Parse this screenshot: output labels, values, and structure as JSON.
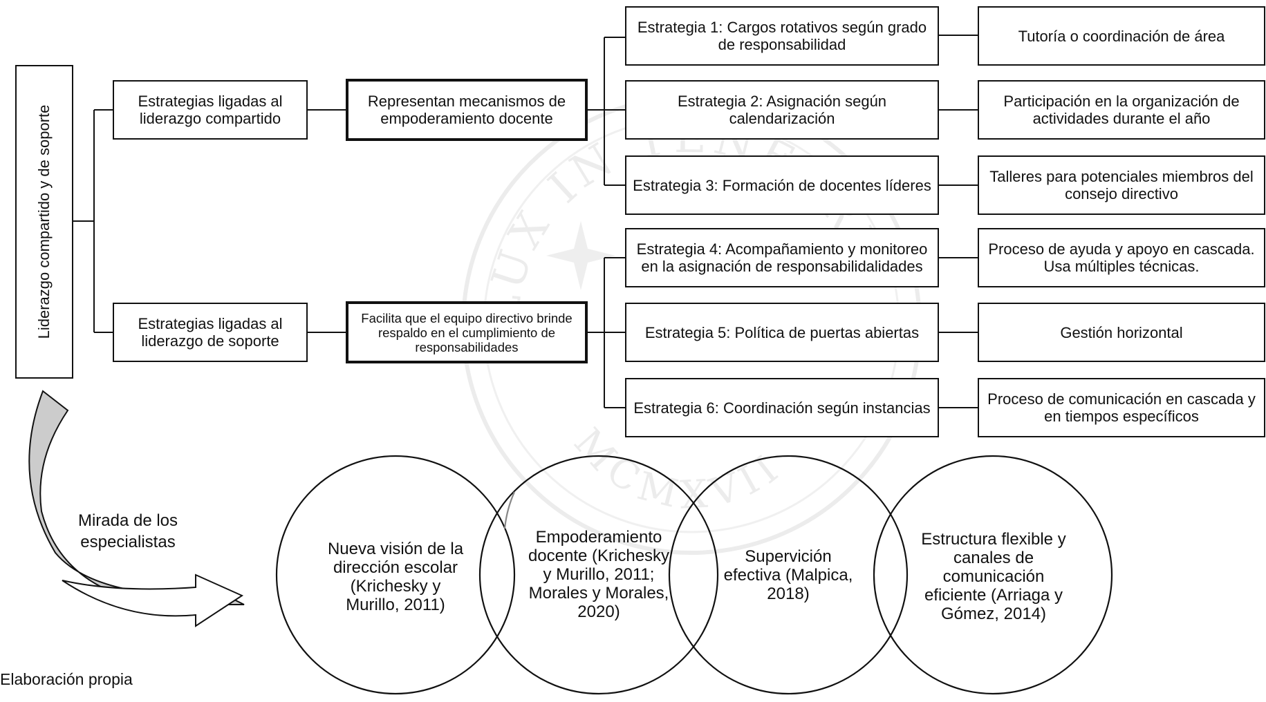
{
  "left_panel": {
    "vertical_label": "Liderazgo compartido y de soporte"
  },
  "branches": [
    {
      "category": "Estrategias ligadas al liderazgo compartido",
      "mechanism": "Representan mecanismos de empoderamiento docente",
      "strategies": [
        {
          "name": "Estrategia 1: Cargos rotativos según grado de responsabilidad",
          "outcome": "Tutoría o coordinación de área"
        },
        {
          "name": "Estrategia 2: Asignación según calendarización",
          "outcome": "Participación en la organización de actividades durante el año"
        },
        {
          "name": "Estrategia 3: Formación de docentes líderes",
          "outcome": "Talleres para potenciales miembros del consejo directivo"
        }
      ]
    },
    {
      "category": "Estrategias ligadas al liderazgo de soporte",
      "mechanism": "Facilita que el equipo directivo brinde respaldo en el cumplimiento de responsabilidades",
      "strategies": [
        {
          "name": "Estrategia 4: Acompañamiento y monitoreo en la asignación de responsabilidalidades",
          "outcome": "Proceso de ayuda y apoyo en cascada. Usa múltiples técnicas."
        },
        {
          "name": "Estrategia 5: Política de puertas abiertas",
          "outcome": "Gestión horizontal"
        },
        {
          "name": "Estrategia 6: Coordinación según instancias",
          "outcome": "Proceso de comunicación en cascada y en tiempos específicos"
        }
      ]
    }
  ],
  "arrow_label": "Mirada de los especialistas",
  "circles": [
    "Nueva visión de la dirección escolar (Krichesky y Murillo, 2011)",
    "Empoderamiento docente (Krichesky y Murillo, 2011; Morales y Morales, 2020)",
    "Supervición efectiva (Malpica, 2018)",
    "Estructura flexible y canales de comunicación eficiente (Arriaga y Gómez, 2014)"
  ],
  "source_note": "Elaboración propia",
  "watermark": {
    "text_top": "LUX IN TENEBRIS",
    "text_bottom": "MCMXVII"
  },
  "colors": {
    "line": "#111111",
    "arrow_fill": "#cccccc",
    "watermark": "#ececec"
  }
}
